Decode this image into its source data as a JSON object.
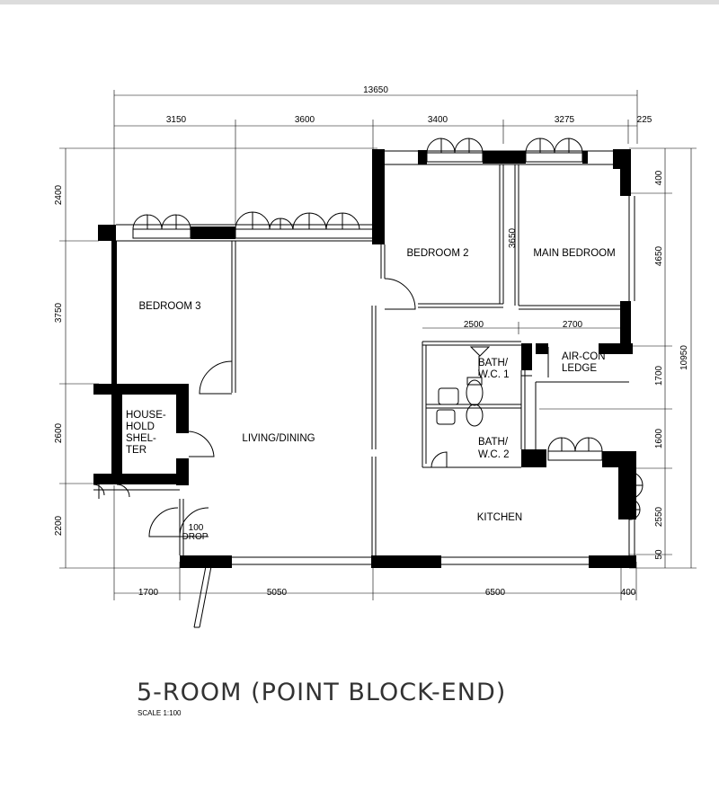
{
  "dimensions": {
    "overall_top": "13650",
    "top": [
      "3150",
      "3600",
      "3400",
      "3275",
      "225"
    ],
    "bottom": [
      "1700",
      "5050",
      "6500",
      "400"
    ],
    "left": [
      "2400",
      "3750",
      "2600",
      "2200"
    ],
    "right": [
      "400",
      "4650",
      "1700",
      "1600",
      "2550",
      "50"
    ],
    "overall_right": "10950",
    "inner_bed2": "3650",
    "inner_2500": "2500",
    "inner_2700": "2700",
    "refuse_100": "100"
  },
  "rooms": {
    "bedroom2": "BEDROOM 2",
    "main_bedroom": "MAIN BEDROOM",
    "bedroom3": "BEDROOM 3",
    "bath1_line1": "BATH/",
    "bath1_line2": "W.C. 1",
    "aircon_line1": "AIR-CON",
    "aircon_line2": "LEDGE",
    "shelter_line1": "HOUSE-",
    "shelter_line2": "HOLD",
    "shelter_line3": "SHEL-",
    "shelter_line4": "TER",
    "living": "LIVING/DINING",
    "bath2_line1": "BATH/",
    "bath2_line2": "W.C. 2",
    "kitchen": "KITCHEN",
    "drop": "DROP"
  },
  "title": "5-ROOM (POINT BLOCK-END)",
  "scale": "SCALE   1:100"
}
